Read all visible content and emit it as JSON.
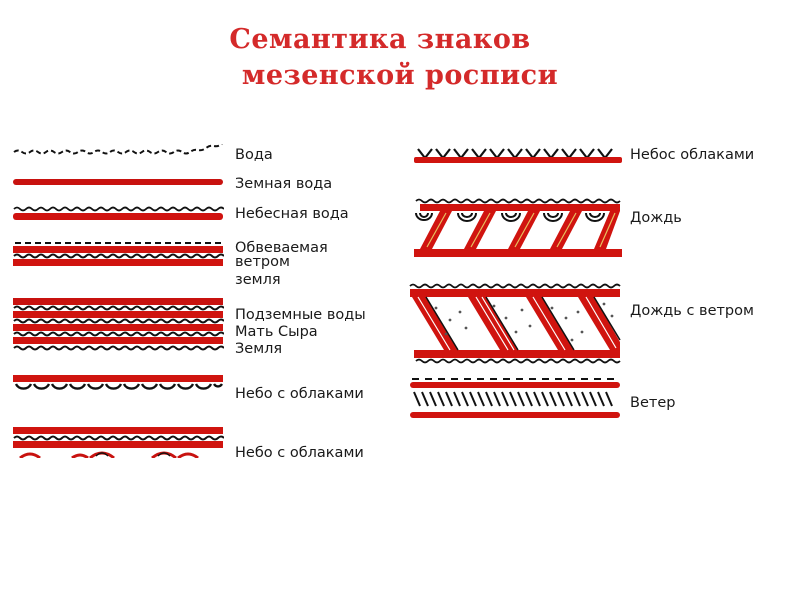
{
  "title": {
    "line1": "Семантика знаков",
    "line2": "мезенской росписи",
    "color": "#d42a2a"
  },
  "colors": {
    "red": "#d41a14",
    "black": "#111111"
  },
  "left_column": [
    {
      "id": "voda",
      "label": "Вода",
      "pattern": "black-wavy-line"
    },
    {
      "id": "zemnaya-voda",
      "label": "Земная вода",
      "pattern": "red-band"
    },
    {
      "id": "nebesnaya-voda",
      "label": "Небесная вода",
      "pattern": "wavy-over-red-band"
    },
    {
      "id": "obvevaemaya",
      "label_lines": [
        "Обвеваемая",
        "ветром",
        "земля"
      ],
      "pattern": "double-red-band-with-wavy"
    },
    {
      "id": "podzemnye",
      "label_lines": [
        "Подземные воды",
        "Мать Сыра",
        "Земля"
      ],
      "pattern": "multi-red-bands-with-wavy"
    },
    {
      "id": "nebo-oblaka-1",
      "label": "Небо с облаками",
      "pattern": "red-band-with-scallops"
    },
    {
      "id": "nebo-oblaka-2",
      "label": "Небо с облаками",
      "pattern": "red-bands-with-ornament"
    }
  ],
  "right_column": [
    {
      "id": "nebo-oblaka-3",
      "label": "Небос облаками",
      "pattern": "v-marks-over-red-band"
    },
    {
      "id": "dozhd",
      "label": "Дождь",
      "pattern": "red-ladder-with-arcs"
    },
    {
      "id": "dozhd-veter",
      "label": "Дождь с ветром",
      "pattern": "red-diagonal-bands-dotted"
    },
    {
      "id": "veter",
      "label": "Ветер",
      "pattern": "hatched-between-red-bands"
    }
  ]
}
